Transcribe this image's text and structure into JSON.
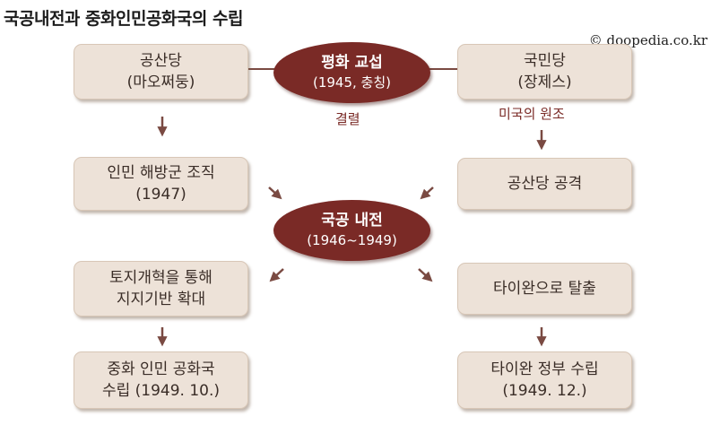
{
  "title": "국공내전과 중화인민공화국의 수립",
  "copyright": "© doopedia.co.kr",
  "left": {
    "communist": {
      "line1": "공산당",
      "line2": "(마오쩌둥)"
    },
    "army": {
      "line1": "인민 해방군 조직",
      "line2": "(1947)"
    },
    "land": {
      "line1": "토지개혁을 통해",
      "line2": "지지기반 확대"
    },
    "prc": {
      "line1": "중화 인민 공화국",
      "line2": "수립 (1949. 10.)"
    }
  },
  "right": {
    "nationalist": {
      "line1": "국민당",
      "line2": "(장제스)"
    },
    "attack": {
      "line1": "공산당 공격"
    },
    "flee": {
      "line1": "타이완으로 탈출"
    },
    "taiwan": {
      "line1": "타이완 정부 수립",
      "line2": "(1949. 12.)"
    }
  },
  "center": {
    "peace": {
      "line1": "평화 교섭",
      "line2": "(1945, 충칭)"
    },
    "war": {
      "line1": "국공 내전",
      "line2": "(1946~1949)"
    }
  },
  "notes": {
    "rupture": "결렬",
    "us_aid": "미국의 원조"
  },
  "colors": {
    "box_fill": "#ede2d8",
    "oval_fill": "#7a2a26",
    "arrow": "#7a4a42",
    "note_text": "#7a2a26"
  }
}
